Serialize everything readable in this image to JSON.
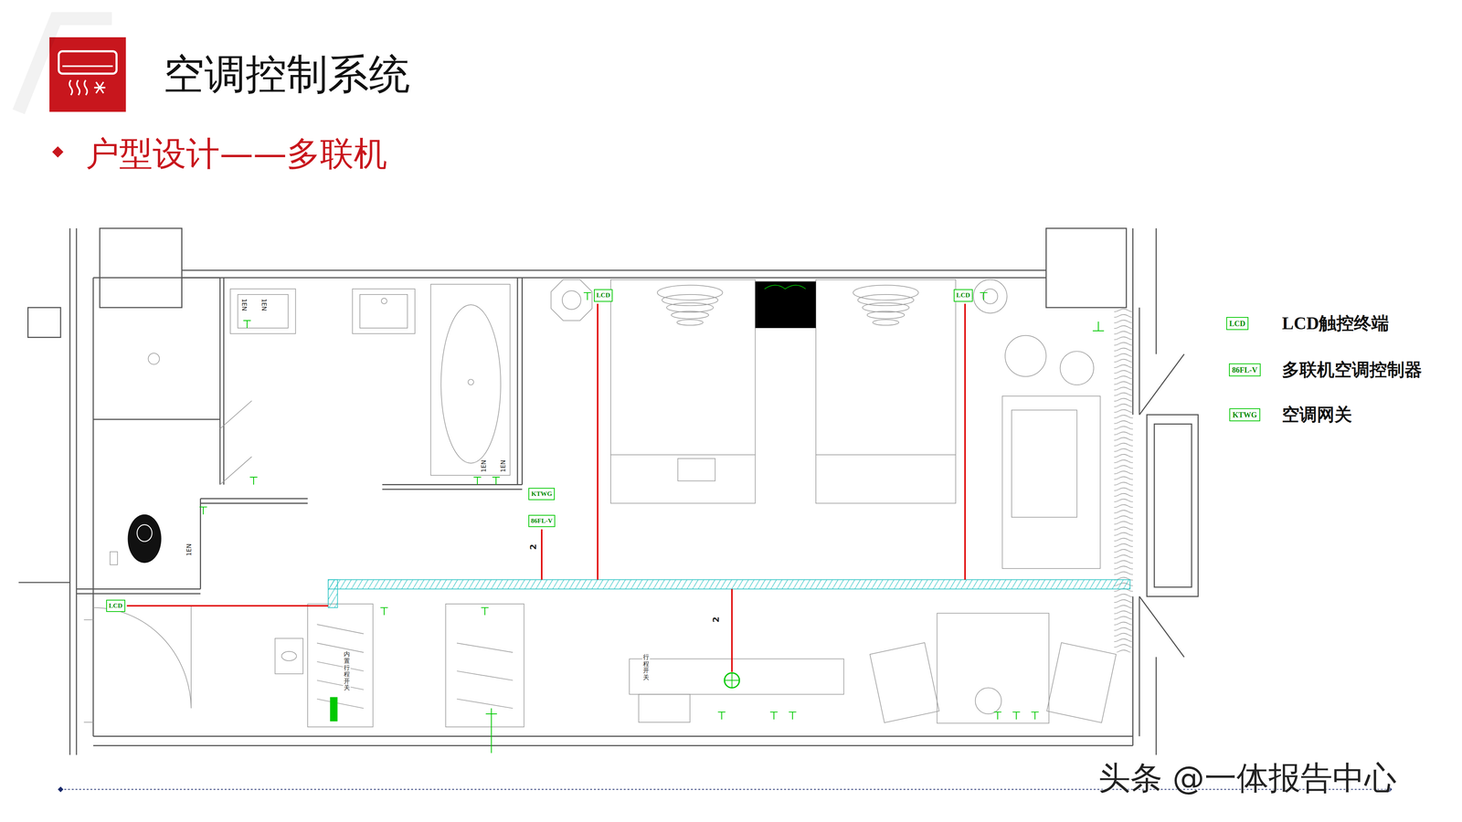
{
  "diagram": {
    "title": "空调控制系统",
    "caption": "户型设计——多联机",
    "nodes": [
      {
        "text": [
          "LCD"
        ]
      },
      {
        "text": [
          "LCD"
        ]
      },
      {
        "text": [
          "KTWG"
        ]
      },
      {
        "text": [
          "86FL-V"
        ]
      },
      {
        "text": [
          "LCD"
        ]
      }
    ],
    "labels": [
      "1EN",
      "1EN",
      "1EN",
      "1EN",
      "1EN",
      "2",
      "2",
      "行程开关",
      "内置行程开关",
      "LCD",
      "86FL-V",
      "KTWG",
      "头条 @一体报告中心"
    ],
    "legend": [
      {
        "text": "LCD触控终端"
      },
      {
        "text": "多联机空调控制器"
      },
      {
        "text": "空调网关"
      }
    ]
  }
}
